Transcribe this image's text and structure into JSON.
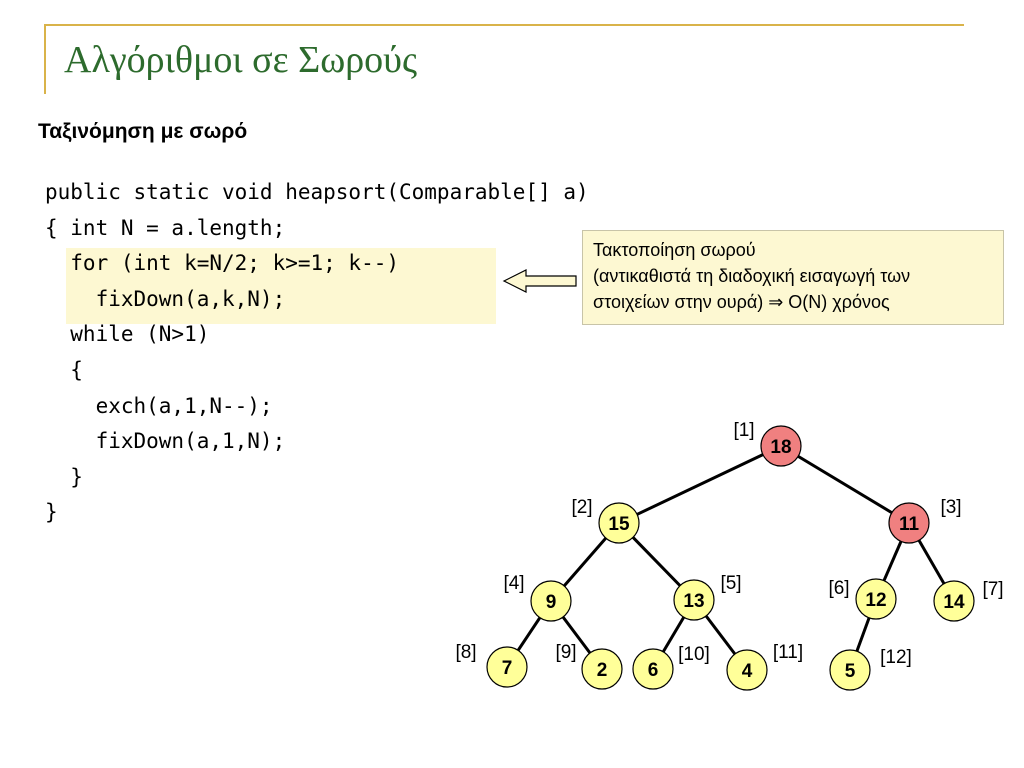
{
  "slide": {
    "title": "Αλγόριθμοι σε Σωρούς",
    "subtitle": "Ταξινόμηση με σωρό"
  },
  "code": {
    "lines": [
      "public static void heapsort(Comparable[] a)",
      "{ int N = a.length;",
      "  for (int k=N/2; k>=1; k--)",
      "    fixDown(a,k,N);",
      "  while (N>1)",
      "  {",
      "    exch(a,1,N--);",
      "    fixDown(a,1,N);",
      "  }",
      "}"
    ]
  },
  "note": {
    "line1": "Τακτοποίηση σωρού",
    "line2": "(αντικαθιστά τη διαδοχική εισαγωγή των",
    "line3": "στοιχείων στην ουρά) ⇒ O(N) χρόνος"
  },
  "tree": {
    "colors": {
      "normal": "#ffff99",
      "highlight": "#f08080",
      "edge": "#000000"
    },
    "nodes": [
      {
        "index": "[1]",
        "value": "18",
        "highlight": true
      },
      {
        "index": "[2]",
        "value": "15",
        "highlight": false
      },
      {
        "index": "[3]",
        "value": "11",
        "highlight": true
      },
      {
        "index": "[4]",
        "value": "9",
        "highlight": false
      },
      {
        "index": "[5]",
        "value": "13",
        "highlight": false
      },
      {
        "index": "[6]",
        "value": "12",
        "highlight": false
      },
      {
        "index": "[7]",
        "value": "14",
        "highlight": false
      },
      {
        "index": "[8]",
        "value": "7",
        "highlight": false
      },
      {
        "index": "[9]",
        "value": "2",
        "highlight": false
      },
      {
        "index": "[10]",
        "value": "6",
        "highlight": false
      },
      {
        "index": "[11]",
        "value": "4",
        "highlight": false
      },
      {
        "index": "[12]",
        "value": "5",
        "highlight": false
      }
    ]
  }
}
